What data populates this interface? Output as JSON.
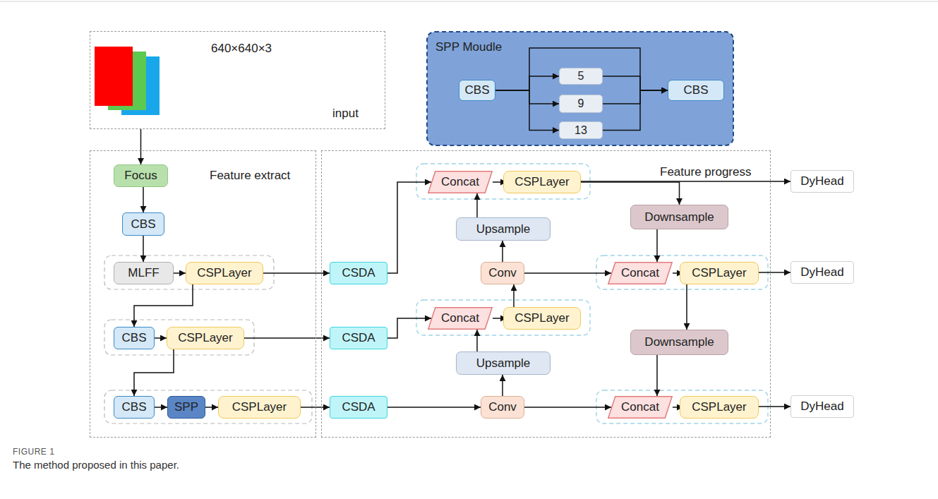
{
  "diagram": {
    "caption": "The method proposed in this paper.",
    "nodes": [
      {
        "text": [
          "640×640×3",
          "input"
        ]
      },
      {
        "text": [
          "SPP Moudle"
        ]
      },
      {
        "text": [
          "CBS"
        ],
        "in": 1
      },
      {
        "text": [
          "5"
        ],
        "in": 1
      },
      {
        "text": [
          "9"
        ],
        "in": 1
      },
      {
        "text": [
          "13"
        ],
        "in": 1
      },
      {
        "text": [
          "CBS"
        ],
        "in": 1
      },
      {
        "text": [
          "Feature extract"
        ]
      },
      {
        "text": [
          "Focus"
        ],
        "in": 7
      },
      {
        "text": [
          "CBS"
        ],
        "in": 7
      },
      {
        "text": [
          "MLFF"
        ],
        "in": 7
      },
      {
        "text": [
          "CSPLayer"
        ],
        "in": 7
      },
      {
        "text": [
          "CBS"
        ],
        "in": 7
      },
      {
        "text": [
          "CSPLayer"
        ],
        "in": 7
      },
      {
        "text": [
          "CBS"
        ],
        "in": 7
      },
      {
        "text": [
          "SPP"
        ],
        "in": 7
      },
      {
        "text": [
          "CSPLayer"
        ],
        "in": 7
      },
      {
        "text": [
          "Feature progress"
        ]
      },
      {
        "text": [
          "Concat"
        ],
        "in": 17
      },
      {
        "text": [
          "CSPLayer"
        ],
        "in": 17
      },
      {
        "text": [
          "Upsample"
        ],
        "in": 17
      },
      {
        "text": [
          "Conv"
        ],
        "in": 17
      },
      {
        "text": [
          "Concat"
        ],
        "in": 17
      },
      {
        "text": [
          "CSPLayer"
        ],
        "in": 17
      },
      {
        "text": [
          "Upsample"
        ],
        "in": 17
      },
      {
        "text": [
          "CSDA"
        ],
        "in": 17
      },
      {
        "text": [
          "CSDA"
        ],
        "in": 17
      },
      {
        "text": [
          "CSDA"
        ],
        "in": 17
      },
      {
        "text": [
          "Conv"
        ],
        "in": 17
      },
      {
        "text": [
          "Downsample"
        ],
        "in": 17
      },
      {
        "text": [
          "Concat"
        ],
        "in": 17
      },
      {
        "text": [
          "CSPLayer"
        ],
        "in": 17
      },
      {
        "text": [
          "Downsample"
        ],
        "in": 17
      },
      {
        "text": [
          "Concat"
        ],
        "in": 17
      },
      {
        "text": [
          "CSPLayer"
        ],
        "in": 17
      },
      {
        "text": [
          "DyHead"
        ]
      },
      {
        "text": [
          "DyHead"
        ]
      },
      {
        "text": [
          "DyHead"
        ]
      }
    ],
    "edges": [
      {
        "from": 0,
        "to": 8,
        "arrow": "to"
      },
      {
        "from": 8,
        "to": 9,
        "arrow": "to"
      },
      {
        "from": 9,
        "to": 10,
        "arrow": "to"
      },
      {
        "from": 10,
        "to": 11,
        "arrow": "to"
      },
      {
        "from": 11,
        "to": 12,
        "arrow": "to"
      },
      {
        "from": 12,
        "to": 13,
        "arrow": "to"
      },
      {
        "from": 13,
        "to": 14,
        "arrow": "to"
      },
      {
        "from": 14,
        "to": 15,
        "arrow": "to"
      },
      {
        "from": 15,
        "to": 16,
        "arrow": "to"
      },
      {
        "from": 11,
        "to": 25,
        "arrow": "to"
      },
      {
        "from": 13,
        "to": 26,
        "arrow": "to"
      },
      {
        "from": 16,
        "to": 27,
        "arrow": "to"
      },
      {
        "from": 25,
        "to": 18,
        "arrow": "to"
      },
      {
        "from": 26,
        "to": 22,
        "arrow": "to"
      },
      {
        "from": 27,
        "to": 28,
        "arrow": "to"
      },
      {
        "from": 28,
        "to": 24,
        "arrow": "to"
      },
      {
        "from": 24,
        "to": 22,
        "arrow": "to"
      },
      {
        "from": 22,
        "to": 23,
        "arrow": "to"
      },
      {
        "from": 23,
        "to": 21,
        "arrow": "to"
      },
      {
        "from": 21,
        "to": 20,
        "arrow": "to"
      },
      {
        "from": 20,
        "to": 18,
        "arrow": "to"
      },
      {
        "from": 18,
        "to": 19,
        "arrow": "to"
      },
      {
        "from": 19,
        "to": 35,
        "arrow": "to"
      },
      {
        "from": 19,
        "to": 29,
        "arrow": "to"
      },
      {
        "from": 29,
        "to": 30,
        "arrow": "to"
      },
      {
        "from": 21,
        "to": 30,
        "arrow": "to"
      },
      {
        "from": 30,
        "to": 31,
        "arrow": "to"
      },
      {
        "from": 31,
        "to": 36,
        "arrow": "to"
      },
      {
        "from": 31,
        "to": 32,
        "arrow": "to"
      },
      {
        "from": 32,
        "to": 33,
        "arrow": "to"
      },
      {
        "from": 28,
        "to": 33,
        "arrow": "to"
      },
      {
        "from": 33,
        "to": 34,
        "arrow": "to"
      },
      {
        "from": 34,
        "to": 37,
        "arrow": "to"
      },
      {
        "from": 2,
        "to": 3,
        "arrow": "to"
      },
      {
        "from": 2,
        "to": 4,
        "arrow": "to"
      },
      {
        "from": 2,
        "to": 5,
        "arrow": "to"
      },
      {
        "from": 2,
        "to": 6,
        "arrow": "to"
      },
      {
        "from": 3,
        "to": 6,
        "arrow": "to"
      },
      {
        "from": 4,
        "to": 6,
        "arrow": "to"
      },
      {
        "from": 5,
        "to": 6,
        "arrow": "to"
      }
    ],
    "labels": [
      "FIGURE 1"
    ]
  }
}
